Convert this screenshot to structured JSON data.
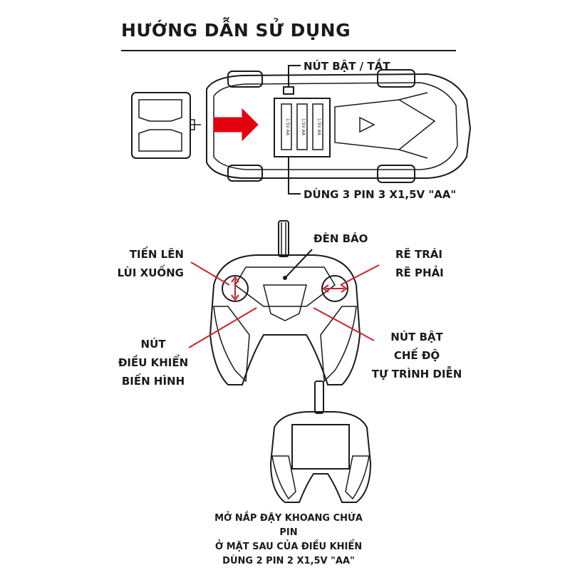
{
  "title": "HƯỚNG DẪN SỬ DỤNG",
  "car": {
    "power_label": "NÚT BẬT / TẮT",
    "battery_label": "DÙNG 3 PIN 3 X1,5V \"AA\"",
    "battery_cell_text": "1.5V AA"
  },
  "controller": {
    "indicator_label": "ĐÈN BÁO",
    "forward_label": "TIẾN LÊN",
    "backward_label": "LÙI XUỐNG",
    "turn_left_label": "RẼ TRÁI",
    "turn_right_label": "RẼ PHẢI",
    "transform_line1": "NÚT",
    "transform_line2": "ĐIỀU KHIỂN",
    "transform_line3": "BIẾN HÌNH",
    "demo_line1": "NÚT BẬT",
    "demo_line2": "CHẾ ĐỘ",
    "demo_line3": "TỰ TRÌNH DIỄN"
  },
  "back_note": {
    "line1": "MỞ NẮP ĐẬY KHOANG CHỨA PIN",
    "line2": "Ở MẶT SAU CỦA ĐIỀU KHIỂN",
    "line3": "DÙNG 2 PIN 2 X1,5V \"AA\""
  },
  "colors": {
    "accent_arrow": "#e3000f",
    "ink": "#1a1a1a"
  }
}
